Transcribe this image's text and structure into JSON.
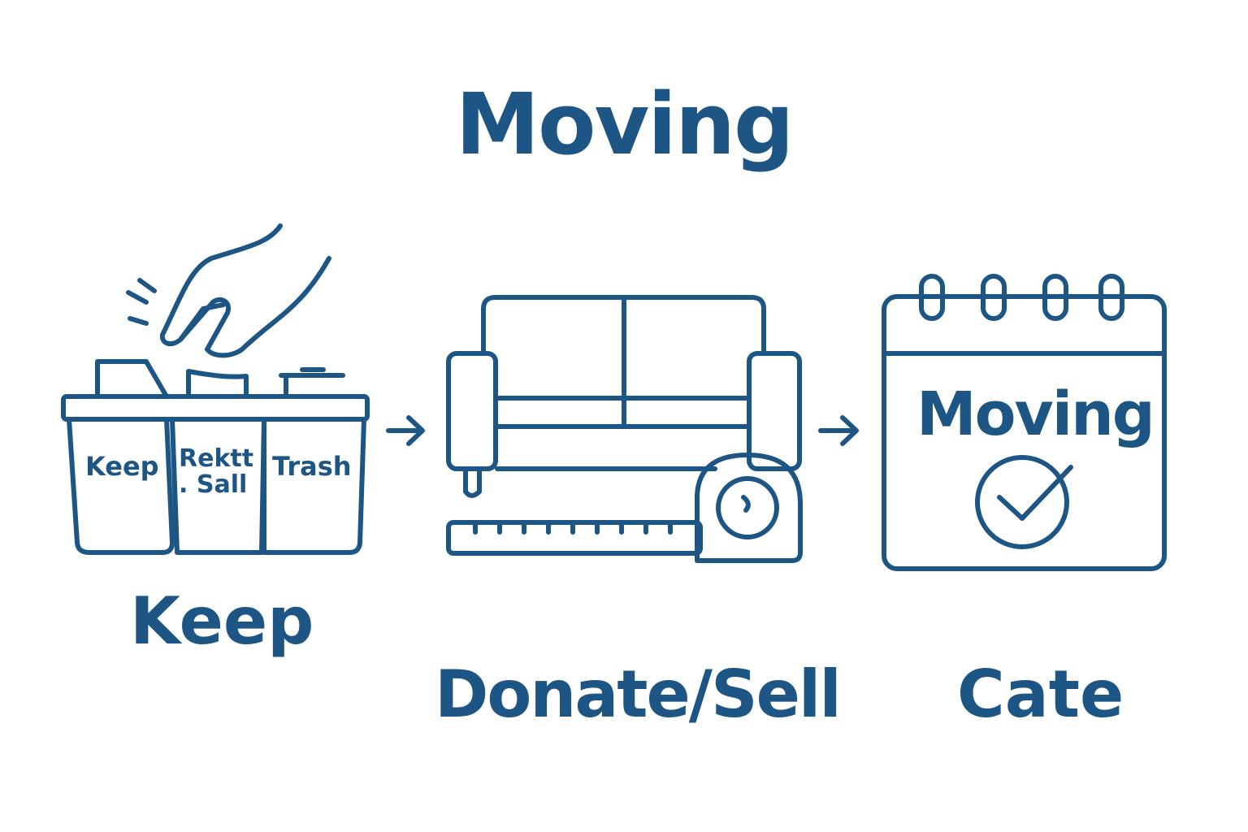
{
  "title": "Moving",
  "steps": [
    {
      "label": "Keep",
      "bins": [
        "Keep",
        "Rektt",
        ". Sall",
        "Trash"
      ]
    },
    {
      "label": "Donate/Sell"
    },
    {
      "label": "Cate",
      "calendar_text": "Moving"
    }
  ],
  "colors": {
    "primary": "#1d5585",
    "background": "#ffffff"
  }
}
